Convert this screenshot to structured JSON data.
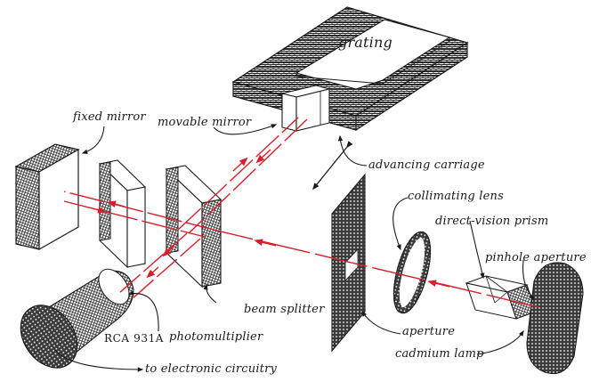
{
  "diagram": {
    "colors": {
      "ink": "#1a1a1a",
      "beam": "#d81e2a",
      "paper": "#ffffff",
      "hatch": "#2a2a2a"
    },
    "labels": {
      "grating": "grating",
      "fixed_mirror": "fixed mirror",
      "movable_mirror": "movable mirror",
      "advancing_carriage": "advancing carriage",
      "collimating_lens": "collimating lens",
      "direct_vision_prism": "direct-vision prism",
      "pinhole_aperture": "pinhole aperture",
      "beam_splitter": "beam splitter",
      "photomultiplier_model": "RCA 931A",
      "photomultiplier": "photomultiplier",
      "to_electronic_circuitry": "to electronic circuitry",
      "aperture": "aperture",
      "cadmium_lamp": "cadmium lamp"
    }
  }
}
